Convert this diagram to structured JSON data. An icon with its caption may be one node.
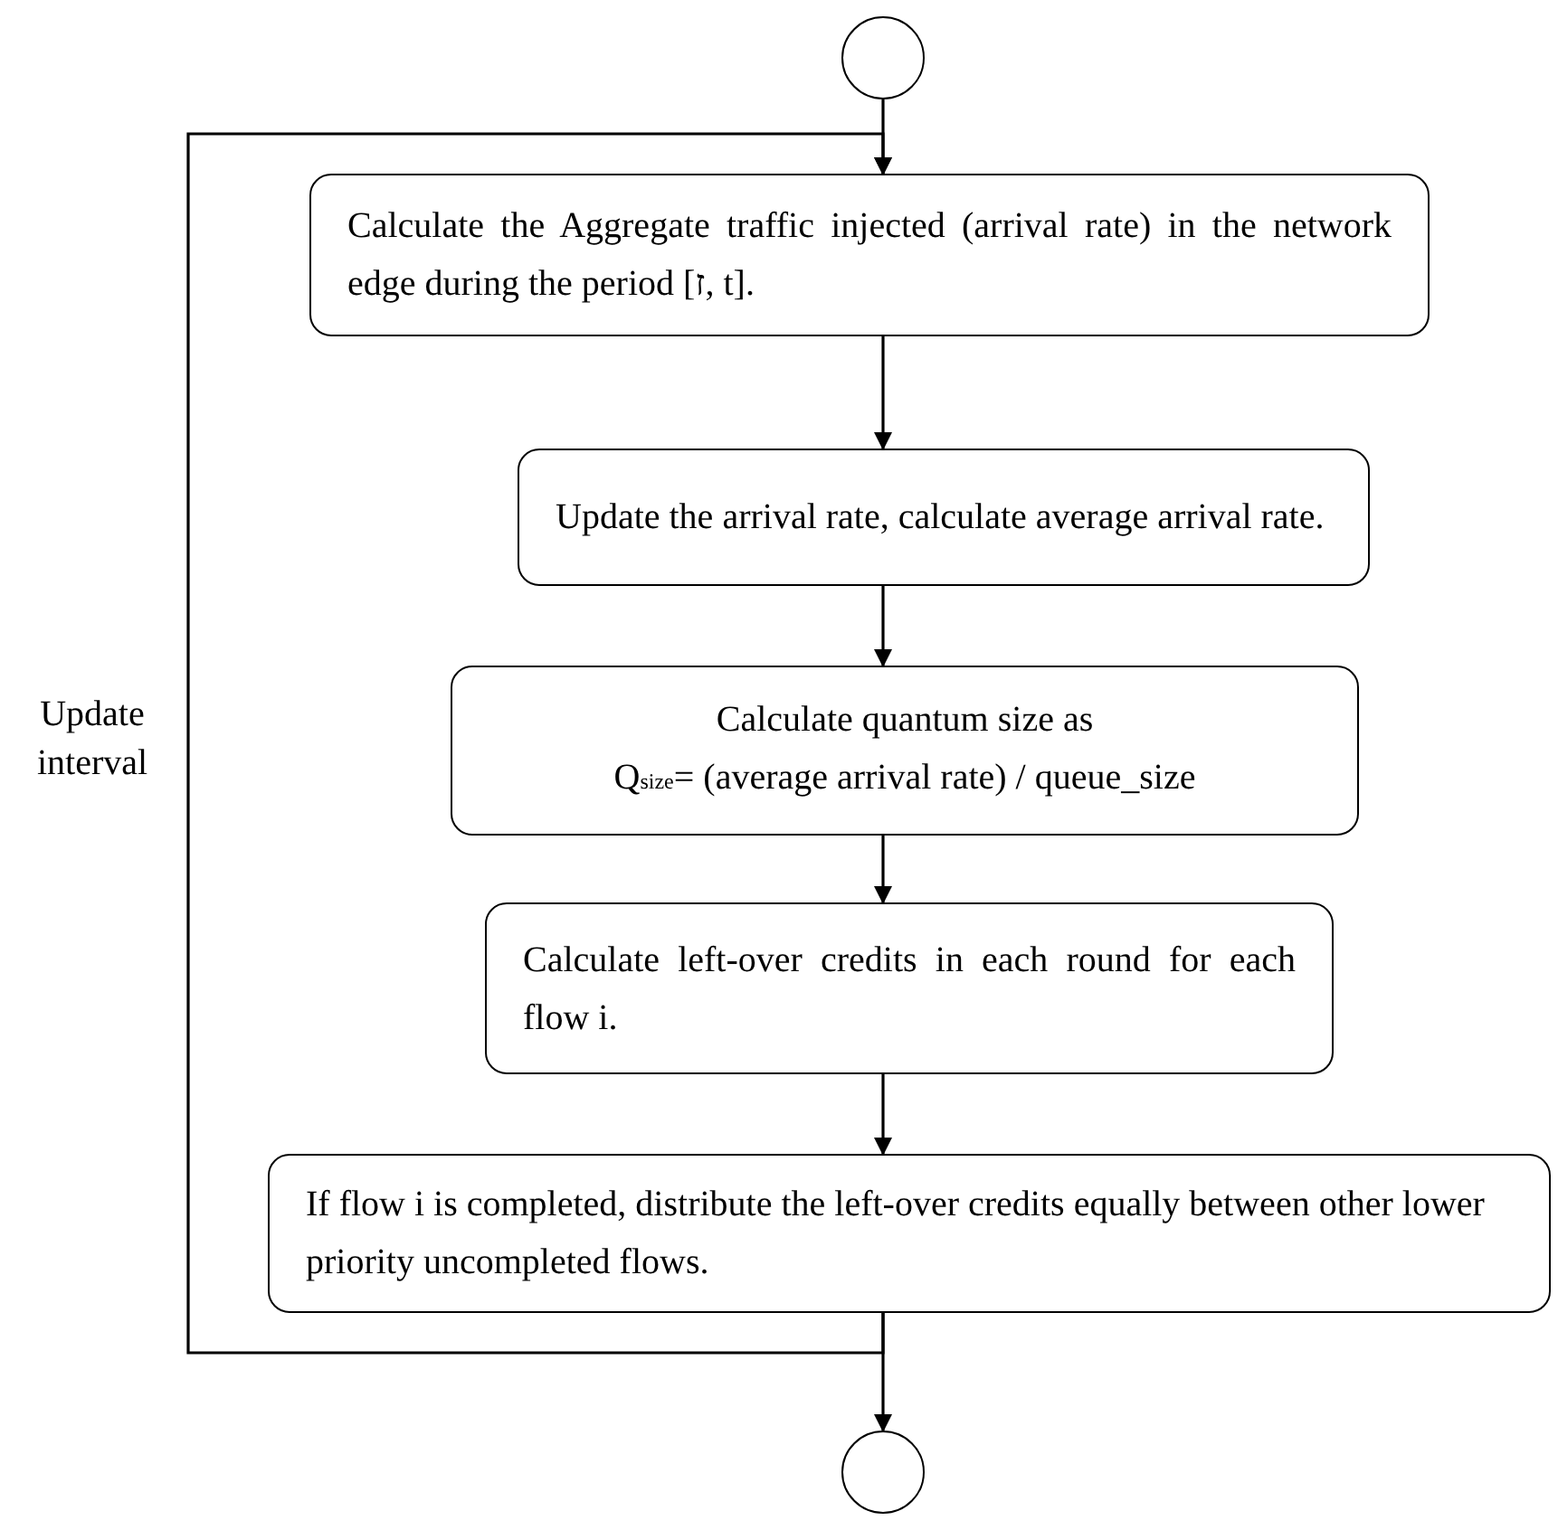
{
  "diagram": {
    "nodes": [
      {
        "text": [],
        "shape": "circle"
      },
      {
        "text": [
          "Calculate the Aggregate traffic injected (arrival rate) in the network edge during the period [ז, t]."
        ]
      },
      {
        "text": [
          "Update the arrival rate, calculate average arrival rate."
        ]
      },
      {
        "text": [
          "Calculate quantum size as",
          "Q$_{size}$= (average arrival rate) / queue_size"
        ]
      },
      {
        "text": [
          "Calculate left-over credits in each round for each flow i."
        ]
      },
      {
        "text": [
          "If flow i is completed, distribute the left-over credits equally between other lower priority uncompleted flows."
        ]
      },
      {
        "text": [],
        "shape": "circle"
      }
    ],
    "edges": [
      {
        "from": 0,
        "to": 1,
        "arrow": "to"
      },
      {
        "from": 1,
        "to": 2,
        "arrow": "to"
      },
      {
        "from": 2,
        "to": 3,
        "arrow": "to"
      },
      {
        "from": 3,
        "to": 4,
        "arrow": "to"
      },
      {
        "from": 4,
        "to": 5,
        "arrow": "to"
      },
      {
        "from": 5,
        "to": 6,
        "arrow": "to"
      },
      {
        "from": 5,
        "to": 1,
        "arrow": "to",
        "label": "Update interval"
      }
    ]
  }
}
